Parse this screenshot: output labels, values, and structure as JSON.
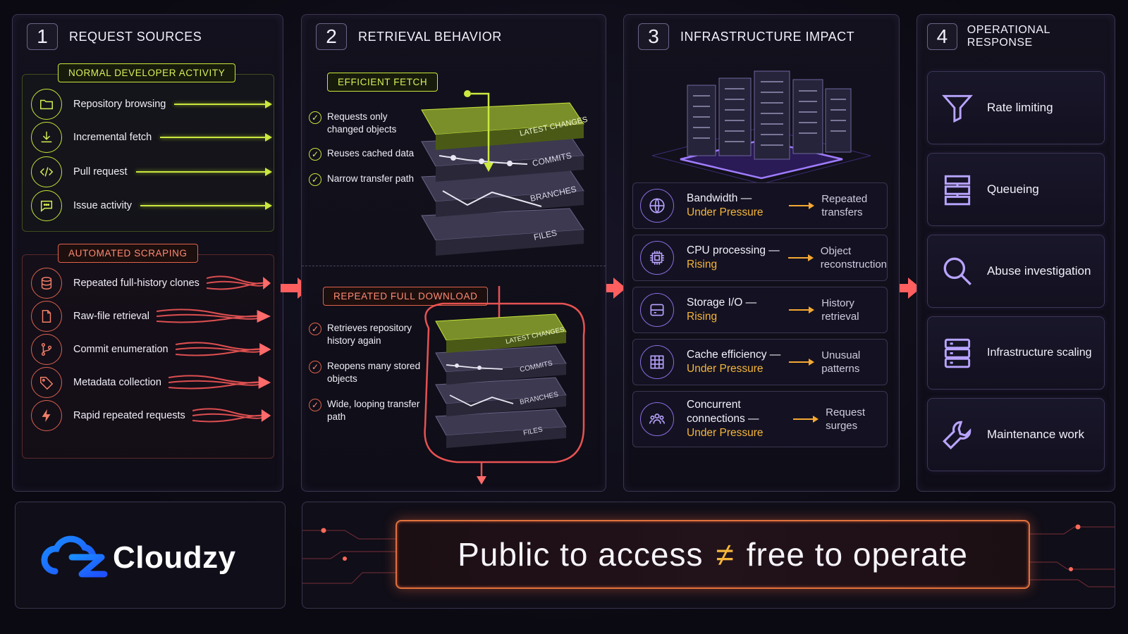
{
  "panels": [
    {
      "number": "1",
      "title": "REQUEST SOURCES"
    },
    {
      "number": "2",
      "title": "RETRIEVAL BEHAVIOR"
    },
    {
      "number": "3",
      "title": "INFRASTRUCTURE IMPACT"
    },
    {
      "number": "4",
      "title": "OPERATIONAL RESPONSE"
    }
  ],
  "sources": {
    "normal_tag": "NORMAL DEVELOPER ACTIVITY",
    "normal": [
      {
        "label": "Repository browsing",
        "icon": "folder-icon"
      },
      {
        "label": "Incremental fetch",
        "icon": "download-icon"
      },
      {
        "label": "Pull request",
        "icon": "code-icon"
      },
      {
        "label": "Issue activity",
        "icon": "chat-icon"
      }
    ],
    "scraping_tag": "AUTOMATED SCRAPING",
    "scraping": [
      {
        "label": "Repeated full-history clones",
        "icon": "database-icon"
      },
      {
        "label": "Raw-file retrieval",
        "icon": "file-icon"
      },
      {
        "label": "Commit enumeration",
        "icon": "branch-icon"
      },
      {
        "label": "Metadata collection",
        "icon": "tag-icon"
      },
      {
        "label": "Rapid repeated requests",
        "icon": "lightning-icon"
      }
    ]
  },
  "retrieval": {
    "efficient_tag": "EFFICIENT FETCH",
    "efficient_points": [
      "Requests only changed objects",
      "Reuses cached data",
      "Narrow transfer path"
    ],
    "full_tag": "REPEATED FULL DOWNLOAD",
    "full_points": [
      "Retrieves repository history again",
      "Reopens many stored objects",
      "Wide, looping transfer path"
    ],
    "layers": [
      "LATEST CHANGES",
      "COMMITS",
      "BRANCHES",
      "FILES"
    ]
  },
  "impact": [
    {
      "metric": "Bandwidth —",
      "status": "Under Pressure",
      "result": "Repeated transfers",
      "icon": "globe-icon"
    },
    {
      "metric": "CPU processing —",
      "status": "Rising",
      "result": "Object reconstruction",
      "icon": "cpu-icon"
    },
    {
      "metric": "Storage I/O —",
      "status": "Rising",
      "result": "History retrieval",
      "icon": "storage-icon"
    },
    {
      "metric": "Cache efficiency —",
      "status": "Under Pressure",
      "result": "Unusual patterns",
      "icon": "grid-icon"
    },
    {
      "metric": "Concurrent connections —",
      "status": "Under Pressure",
      "result": "Request surges",
      "icon": "users-icon"
    }
  ],
  "responses": [
    {
      "label": "Rate limiting",
      "icon": "funnel-icon"
    },
    {
      "label": "Queueing",
      "icon": "queue-icon"
    },
    {
      "label": "Abuse investigation",
      "icon": "magnifier-icon"
    },
    {
      "label": "Infrastructure scaling",
      "icon": "server-stack-icon"
    },
    {
      "label": "Maintenance work",
      "icon": "wrench-icon"
    }
  ],
  "footer": {
    "brand": "Cloudzy",
    "slogan_left": "Public to access",
    "slogan_symbol": "≠",
    "slogan_right": "free to operate"
  },
  "colors": {
    "green": "#cbe840",
    "red": "#e0624c",
    "purple": "#8b6de0",
    "amber": "#f5b63a",
    "brand_blue": "#1f6bff"
  }
}
